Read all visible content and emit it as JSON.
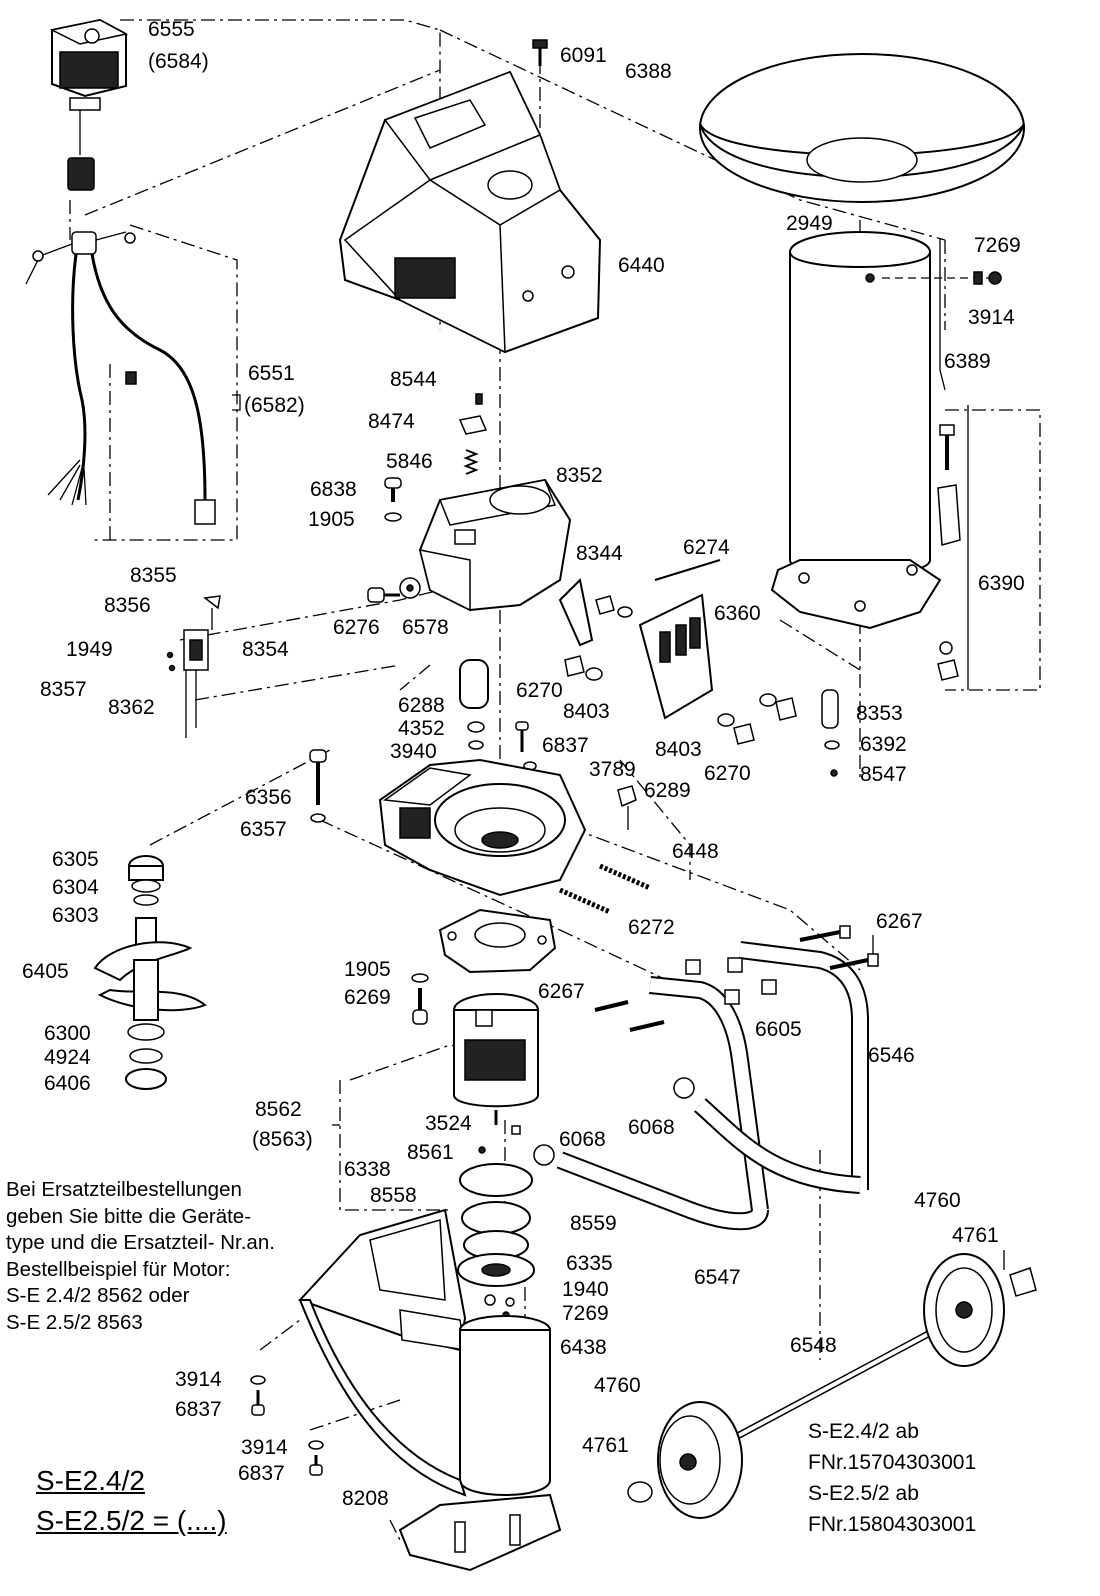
{
  "part_labels": [
    {
      "id": "lbl-6555",
      "text": "6555"
    },
    {
      "id": "lbl-6584",
      "text": "(6584)"
    },
    {
      "id": "lbl-6091",
      "text": "6091"
    },
    {
      "id": "lbl-6388",
      "text": "6388"
    },
    {
      "id": "lbl-6440",
      "text": "6440"
    },
    {
      "id": "lbl-2949",
      "text": "2949"
    },
    {
      "id": "lbl-7269a",
      "text": "7269"
    },
    {
      "id": "lbl-3914a",
      "text": "3914"
    },
    {
      "id": "lbl-6389",
      "text": "6389"
    },
    {
      "id": "lbl-6551",
      "text": "6551"
    },
    {
      "id": "lbl-6582",
      "text": "(6582)"
    },
    {
      "id": "lbl-8544",
      "text": "8544"
    },
    {
      "id": "lbl-8474",
      "text": "8474"
    },
    {
      "id": "lbl-5846",
      "text": "5846"
    },
    {
      "id": "lbl-6838",
      "text": "6838"
    },
    {
      "id": "lbl-8352",
      "text": "8352"
    },
    {
      "id": "lbl-1905a",
      "text": "1905"
    },
    {
      "id": "lbl-8344",
      "text": "8344"
    },
    {
      "id": "lbl-6274",
      "text": "6274"
    },
    {
      "id": "lbl-6390",
      "text": "6390"
    },
    {
      "id": "lbl-8355",
      "text": "8355"
    },
    {
      "id": "lbl-8356",
      "text": "8356"
    },
    {
      "id": "lbl-6276",
      "text": "6276"
    },
    {
      "id": "lbl-6578",
      "text": "6578"
    },
    {
      "id": "lbl-6360",
      "text": "6360"
    },
    {
      "id": "lbl-1949",
      "text": "1949"
    },
    {
      "id": "lbl-8354",
      "text": "8354"
    },
    {
      "id": "lbl-8357",
      "text": "8357"
    },
    {
      "id": "lbl-8362",
      "text": "8362"
    },
    {
      "id": "lbl-6288",
      "text": "6288"
    },
    {
      "id": "lbl-6270a",
      "text": "6270"
    },
    {
      "id": "lbl-8403a",
      "text": "8403"
    },
    {
      "id": "lbl-8353",
      "text": "8353"
    },
    {
      "id": "lbl-4352",
      "text": "4352"
    },
    {
      "id": "lbl-3940",
      "text": "3940"
    },
    {
      "id": "lbl-6837a",
      "text": "6837"
    },
    {
      "id": "lbl-8403b",
      "text": "8403"
    },
    {
      "id": "lbl-6392",
      "text": "6392"
    },
    {
      "id": "lbl-3789",
      "text": "3789"
    },
    {
      "id": "lbl-6270b",
      "text": "6270"
    },
    {
      "id": "lbl-8547",
      "text": "8547"
    },
    {
      "id": "lbl-6356",
      "text": "6356"
    },
    {
      "id": "lbl-6289",
      "text": "6289"
    },
    {
      "id": "lbl-6357",
      "text": "6357"
    },
    {
      "id": "lbl-6448",
      "text": "6448"
    },
    {
      "id": "lbl-6305",
      "text": "6305"
    },
    {
      "id": "lbl-6304",
      "text": "6304"
    },
    {
      "id": "lbl-6303",
      "text": "6303"
    },
    {
      "id": "lbl-6272",
      "text": "6272"
    },
    {
      "id": "lbl-6267a",
      "text": "6267"
    },
    {
      "id": "lbl-6405",
      "text": "6405"
    },
    {
      "id": "lbl-1905b",
      "text": "1905"
    },
    {
      "id": "lbl-6269",
      "text": "6269"
    },
    {
      "id": "lbl-6267b",
      "text": "6267"
    },
    {
      "id": "lbl-6605",
      "text": "6605"
    },
    {
      "id": "lbl-6300",
      "text": "6300"
    },
    {
      "id": "lbl-4924",
      "text": "4924"
    },
    {
      "id": "lbl-6546",
      "text": "6546"
    },
    {
      "id": "lbl-6406",
      "text": "6406"
    },
    {
      "id": "lbl-8562",
      "text": "8562"
    },
    {
      "id": "lbl-8563",
      "text": "(8563)"
    },
    {
      "id": "lbl-3524",
      "text": "3524"
    },
    {
      "id": "lbl-6068a",
      "text": "6068"
    },
    {
      "id": "lbl-6068b",
      "text": "6068"
    },
    {
      "id": "lbl-8561",
      "text": "8561"
    },
    {
      "id": "lbl-6338",
      "text": "6338"
    },
    {
      "id": "lbl-8558",
      "text": "8558"
    },
    {
      "id": "lbl-8559",
      "text": "8559"
    },
    {
      "id": "lbl-4760a",
      "text": "4760"
    },
    {
      "id": "lbl-4761a",
      "text": "4761"
    },
    {
      "id": "lbl-6335",
      "text": "6335"
    },
    {
      "id": "lbl-1940",
      "text": "1940"
    },
    {
      "id": "lbl-7269b",
      "text": "7269"
    },
    {
      "id": "lbl-6547",
      "text": "6547"
    },
    {
      "id": "lbl-6548",
      "text": "6548"
    },
    {
      "id": "lbl-6438",
      "text": "6438"
    },
    {
      "id": "lbl-4760b",
      "text": "4760"
    },
    {
      "id": "lbl-4761b",
      "text": "4761"
    },
    {
      "id": "lbl-3914b",
      "text": "3914"
    },
    {
      "id": "lbl-6837b",
      "text": "6837"
    },
    {
      "id": "lbl-3914c",
      "text": "3914"
    },
    {
      "id": "lbl-6837c",
      "text": "6837"
    },
    {
      "id": "lbl-8208",
      "text": "8208"
    }
  ],
  "order_note": [
    "Bei Ersatzteilbestellungen",
    "geben Sie bitte die Geräte-",
    "type und die Ersatzteil- Nr.an.",
    "Bestellbeispiel für Motor:",
    "S-E 2.4/2  8562 oder",
    "S-E 2.5/2  8563"
  ],
  "model_lines": [
    "S-E2.4/2",
    "S-E2.5/2 = (....)"
  ],
  "serial_note": [
    "S-E2.4/2 ab",
    "FNr.15704303001",
    "S-E2.5/2 ab",
    "FNr.15804303001"
  ]
}
